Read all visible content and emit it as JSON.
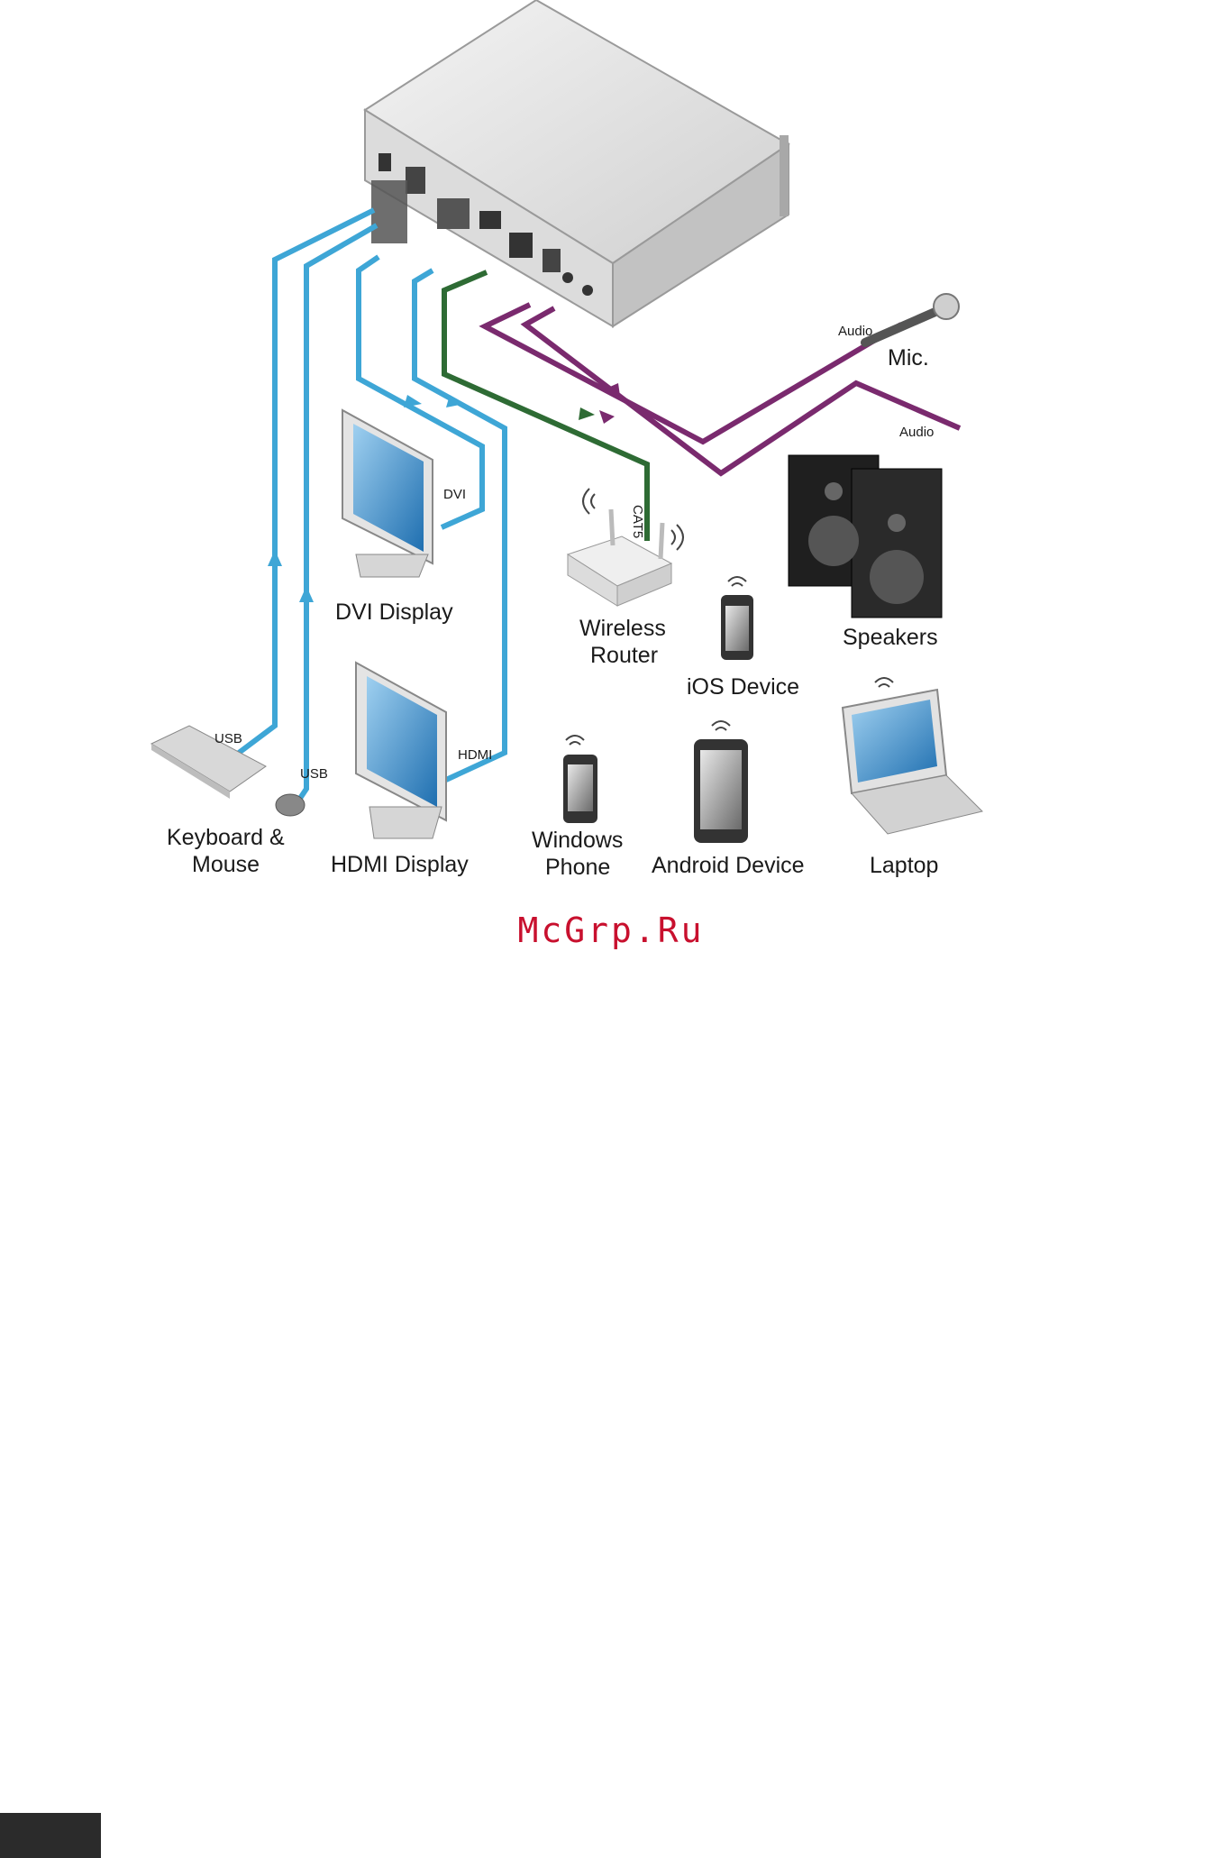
{
  "labels": {
    "audio_mic": "Audio",
    "mic": "Mic.",
    "audio_speakers": "Audio",
    "speakers": "Speakers",
    "dvi_cable": "DVI",
    "dvi_display": "DVI Display",
    "cat5": "CAT5",
    "wireless_router_line1": "Wireless",
    "wireless_router_line2": "Router",
    "ios_device": "iOS Device",
    "usb_keyboard": "USB",
    "usb_mouse": "USB",
    "hdmi_cable": "HDMI",
    "keyboard_mouse_line1": "Keyboard &",
    "keyboard_mouse_line2": "Mouse",
    "hdmi_display": "HDMI Display",
    "windows_phone_line1": "Windows",
    "windows_phone_line2": "Phone",
    "android_device": "Android Device",
    "laptop": "Laptop"
  },
  "watermark": "McGrp.Ru",
  "colors": {
    "usb_hdmi_dvi_cable": "#3ea6d6",
    "cat5_cable": "#2e6b34",
    "audio_cable": "#7a2a6e",
    "device_body": "#e6e6e6",
    "screen": "#2f86c9",
    "watermark": "#c8102e",
    "page_tab": "#2b2b2b"
  }
}
